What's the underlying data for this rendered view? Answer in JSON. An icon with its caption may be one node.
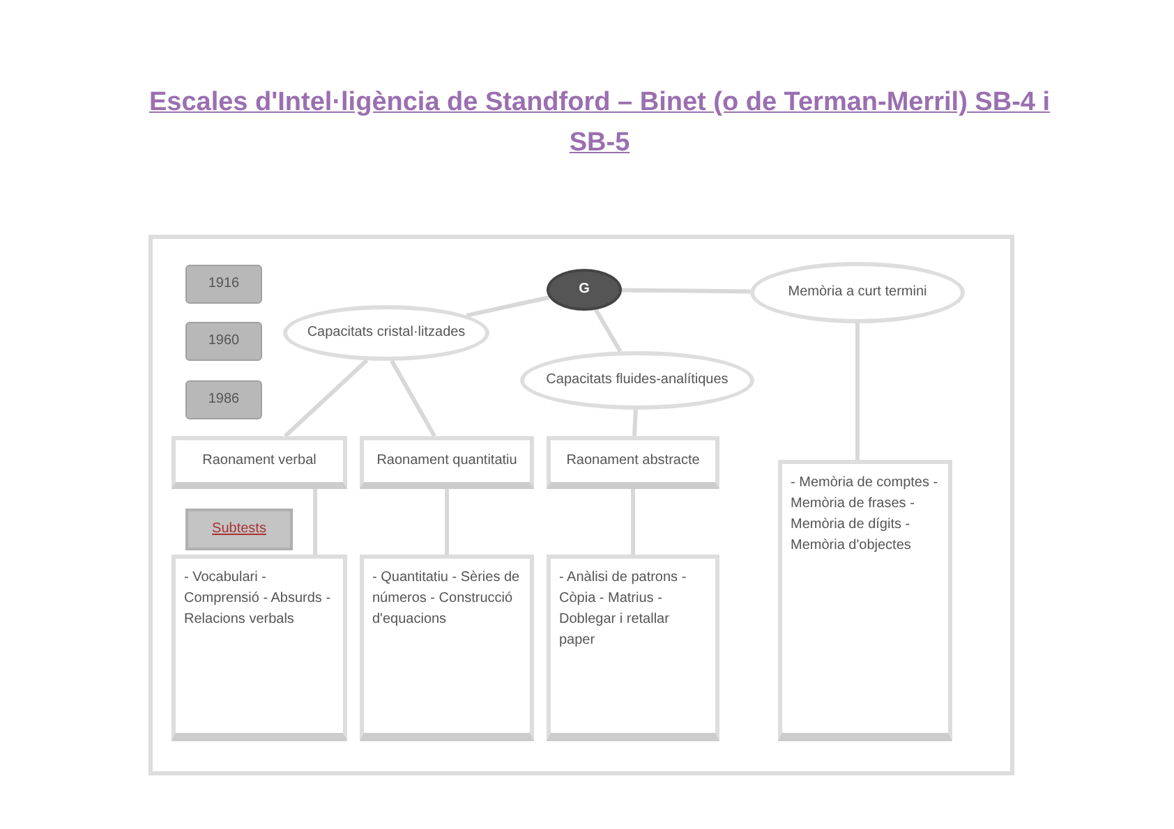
{
  "diagram": {
    "title": "Escales d'Intel·ligència de Standford – Binet (o de Terman-Merril) SB-4 i SB-5",
    "nodes": [
      {
        "text": [
          "1916"
        ]
      },
      {
        "text": [
          "1960"
        ]
      },
      {
        "text": [
          "1986"
        ]
      },
      {
        "text": [
          "G"
        ]
      },
      {
        "text": [
          "Capacitats cristal·litzades"
        ]
      },
      {
        "text": [
          "Capacitats fluides-analítiques"
        ]
      },
      {
        "text": [
          "Memòria a curt termini"
        ]
      },
      {
        "text": [
          "Raonament verbal"
        ]
      },
      {
        "text": [
          "Raonament quantitatiu"
        ]
      },
      {
        "text": [
          "Raonament abstracte"
        ]
      },
      {
        "text": [
          "Subtests"
        ]
      },
      {
        "text": [
          "- Vocabulari - Comprensió - Absurds - Relacions verbals"
        ]
      },
      {
        "text": [
          "- Quantitatiu - Sèries de números - Construcció d'equacions"
        ]
      },
      {
        "text": [
          "- Anàlisi de patrons - Còpia - Matrius - Doblegar i retallar paper"
        ]
      },
      {
        "text": [
          "- Memòria de comptes - Memòria de frases - Memòria de dígits - Memòria d'objectes"
        ]
      }
    ],
    "edges": [
      {
        "from": 3,
        "to": 4,
        "arrow": "none"
      },
      {
        "from": 3,
        "to": 5,
        "arrow": "none"
      },
      {
        "from": 3,
        "to": 6,
        "arrow": "none"
      },
      {
        "from": 4,
        "to": 7,
        "arrow": "none"
      },
      {
        "from": 4,
        "to": 8,
        "arrow": "none"
      },
      {
        "from": 5,
        "to": 9,
        "arrow": "none"
      },
      {
        "from": 6,
        "to": 14,
        "arrow": "none"
      },
      {
        "from": 7,
        "to": 11,
        "arrow": "none"
      },
      {
        "from": 8,
        "to": 12,
        "arrow": "none"
      },
      {
        "from": 9,
        "to": 13,
        "arrow": "none"
      }
    ]
  }
}
